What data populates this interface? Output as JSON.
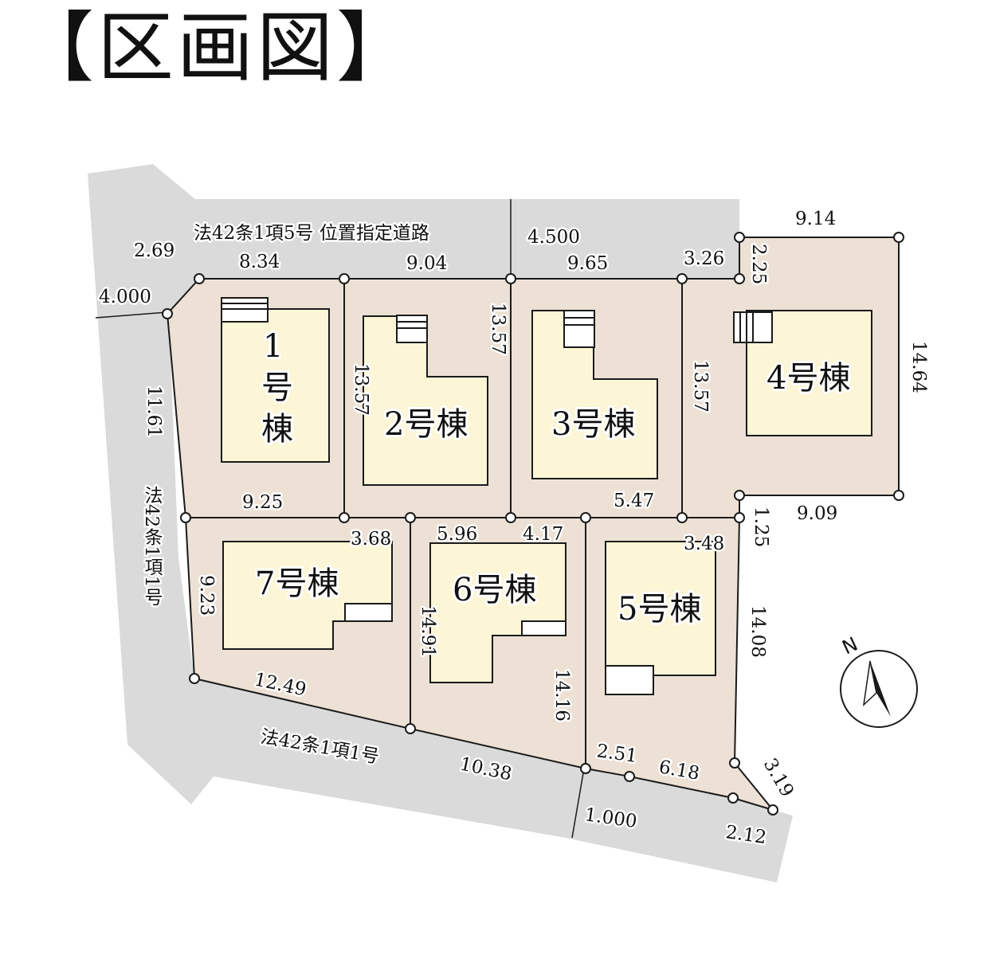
{
  "title": "【区画図】",
  "roads": {
    "north_name": "法42条1項5号 位置指定道路",
    "north_width": "4.500",
    "west_name": "法42条1項1号",
    "west_width": "4.000",
    "south_name": "法42条1項1号",
    "south_width": "1.000"
  },
  "lots": [
    {
      "id": "1",
      "label_lines": [
        "1",
        "号",
        "棟"
      ]
    },
    {
      "id": "2",
      "label": "2号棟"
    },
    {
      "id": "3",
      "label": "3号棟"
    },
    {
      "id": "4",
      "label": "4号棟"
    },
    {
      "id": "5",
      "label": "5号棟"
    },
    {
      "id": "6",
      "label": "6号棟"
    },
    {
      "id": "7",
      "label": "7号棟"
    }
  ],
  "dimensions": {
    "d_269": "2.69",
    "d_834": "8.34",
    "d_904": "9.04",
    "d_965": "9.65",
    "d_326": "3.26",
    "d_225": "2.25",
    "d_914": "9.14",
    "d_1464": "14.64",
    "d_1357_a": "13.57",
    "d_1357_b": "13.57",
    "d_1357_c": "13.57",
    "d_1161": "11.61",
    "d_925": "9.25",
    "d_547": "5.47",
    "d_125": "1.25",
    "d_909": "9.09",
    "d_368": "3.68",
    "d_596": "5.96",
    "d_417": "4.17",
    "d_348": "3.48",
    "d_923": "9.23",
    "d_1491": "14.91",
    "d_1408": "14.08",
    "d_1416": "14.16",
    "d_1249": "12.49",
    "d_1038": "10.38",
    "d_251": "2.51",
    "d_618": "6.18",
    "d_319": "3.19",
    "d_212": "2.12"
  },
  "compass": {
    "label": "N"
  },
  "colors": {
    "road": "#dadada",
    "lot": "#ece1d4",
    "building": "#fcf6d7",
    "line": "#1a1a1a"
  }
}
